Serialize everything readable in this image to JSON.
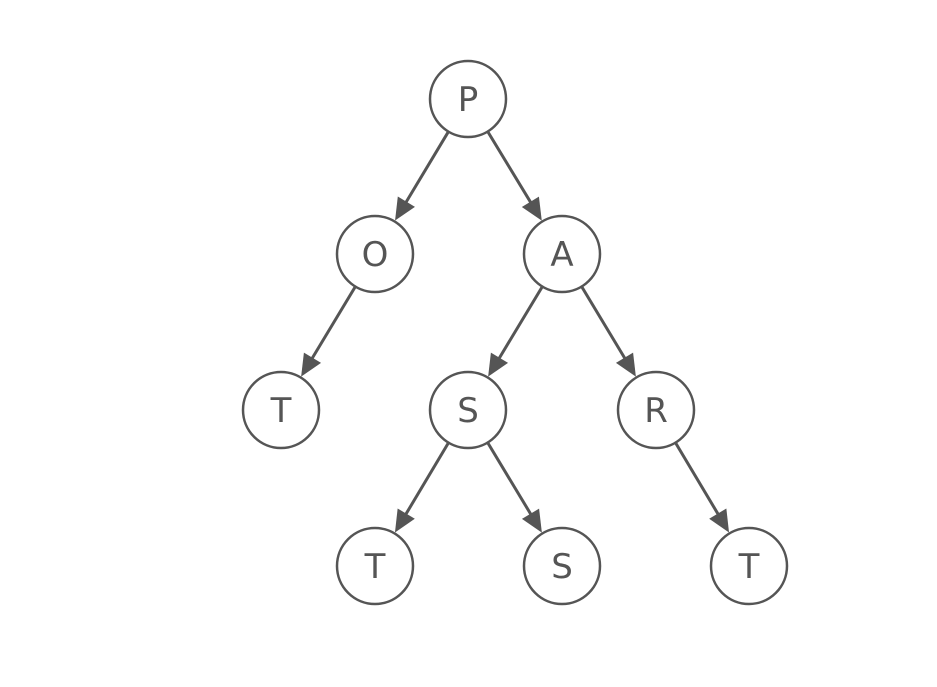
{
  "diagram": {
    "type": "tree",
    "colors": {
      "stroke": "#555555",
      "text": "#555555",
      "node_fill": "#ffffff",
      "background": "#ffffff"
    },
    "nodes": [
      {
        "id": "p",
        "label": "P"
      },
      {
        "id": "o",
        "label": "O"
      },
      {
        "id": "a",
        "label": "A"
      },
      {
        "id": "t1",
        "label": "T"
      },
      {
        "id": "s1",
        "label": "S"
      },
      {
        "id": "r",
        "label": "R"
      },
      {
        "id": "t2",
        "label": "T"
      },
      {
        "id": "s2",
        "label": "S"
      },
      {
        "id": "t3",
        "label": "T"
      }
    ],
    "edges": [
      {
        "from": "p",
        "to": "o"
      },
      {
        "from": "p",
        "to": "a"
      },
      {
        "from": "o",
        "to": "t1"
      },
      {
        "from": "a",
        "to": "s1"
      },
      {
        "from": "a",
        "to": "r"
      },
      {
        "from": "s1",
        "to": "t2"
      },
      {
        "from": "s1",
        "to": "s2"
      },
      {
        "from": "r",
        "to": "t3"
      }
    ]
  }
}
